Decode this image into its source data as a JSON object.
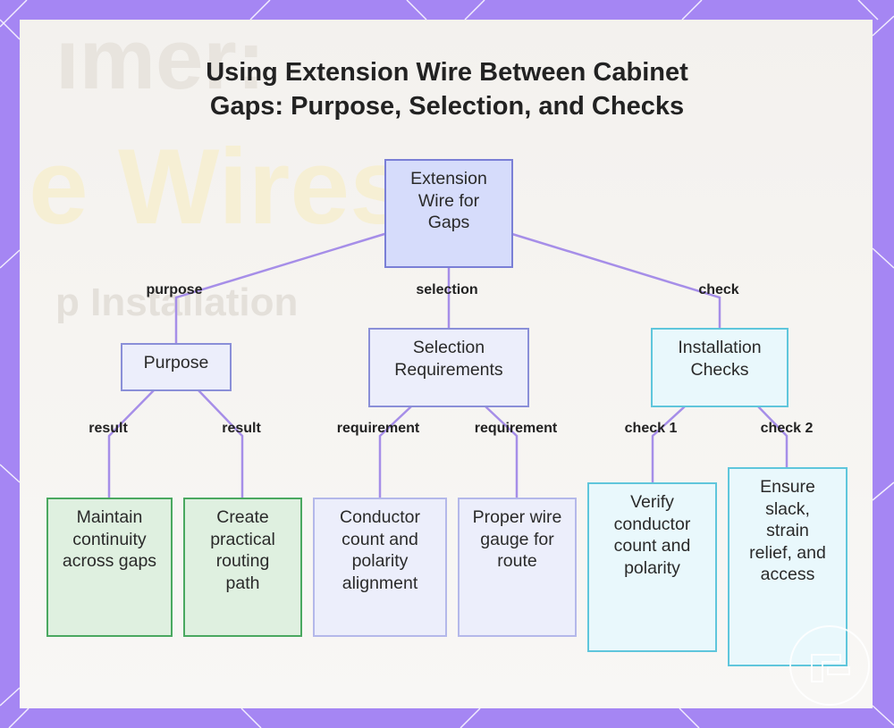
{
  "title": {
    "line1": "Using Extension Wire Between Cabinet",
    "line2": "Gaps: Purpose, Selection, and Checks"
  },
  "background_text": {
    "line1": "ımer:",
    "line2": "e Wires",
    "line3": "p Installation"
  },
  "colors": {
    "frame": "#a586f3",
    "edge": "#a68ee8",
    "root_fill": "#d6dcfb",
    "green_border": "#4aa860",
    "cyan_border": "#5fc6dc"
  },
  "nodes": {
    "root": "Extension Wire for Gaps",
    "purpose": "Purpose",
    "selection": "Selection Requirements",
    "checks": "Installation Checks",
    "continuity": "Maintain continuity across gaps",
    "routing": "Create practical routing path",
    "conductor": "Conductor count and polarity alignment",
    "gauge": "Proper wire gauge for route",
    "verify": "Verify conductor count and polarity",
    "slack": "Ensure slack, strain relief, and access"
  },
  "edges": {
    "purpose": "purpose",
    "selection": "selection",
    "check": "check",
    "result1": "result",
    "result2": "result",
    "req1": "requirement",
    "req2": "requirement",
    "check1": "check 1",
    "check2": "check 2"
  }
}
